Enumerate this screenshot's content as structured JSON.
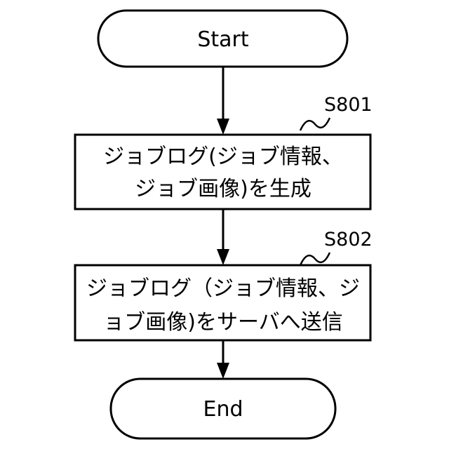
{
  "colors": {
    "stroke": "#000000",
    "fill": "#ffffff",
    "text": "#000000"
  },
  "nodes": {
    "start": {
      "label": "Start"
    },
    "s801": {
      "step": "S801",
      "lines": [
        "ジョブログ(ジョブ情報、",
        "ジョブ画像)を生成"
      ]
    },
    "s802": {
      "step": "S802",
      "lines": [
        "ジョブログ（ジョブ情報、ジ",
        "ョブ画像)をサーバへ送信"
      ]
    },
    "end": {
      "label": "End"
    }
  }
}
